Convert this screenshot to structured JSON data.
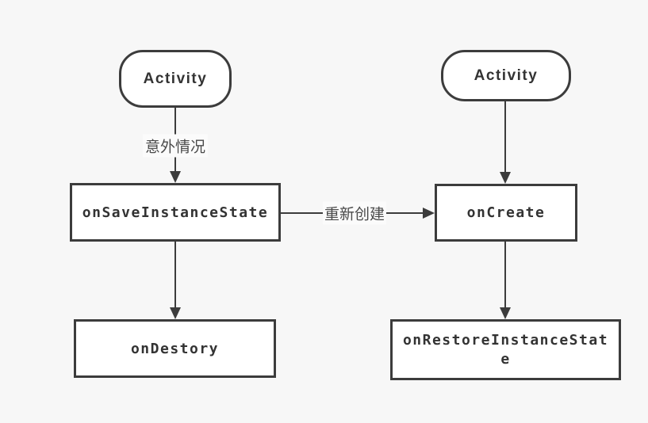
{
  "colors": {
    "background": "#f7f7f7",
    "node_fill": "#ffffff",
    "stroke": "#3c3c3c",
    "node_text": "#333333",
    "edge_label_text": "#4a4a4a"
  },
  "diagram": {
    "nodes": [
      {
        "id": "activity-left",
        "shape": "rounded-rect",
        "label": "Activity"
      },
      {
        "id": "activity-right",
        "shape": "rounded-rect",
        "label": "Activity"
      },
      {
        "id": "on-save-instance-state",
        "shape": "rect",
        "label": "onSaveInstanceState"
      },
      {
        "id": "on-create",
        "shape": "rect",
        "label": "onCreate"
      },
      {
        "id": "on-destory",
        "shape": "rect",
        "label": "onDestory"
      },
      {
        "id": "on-restore-instance-state",
        "shape": "rect",
        "label": "onRestoreInstanceState"
      }
    ],
    "edges": [
      {
        "from": "activity-left",
        "to": "on-save-instance-state",
        "direction": "down",
        "label": "意外情况"
      },
      {
        "from": "activity-right",
        "to": "on-create",
        "direction": "down",
        "label": ""
      },
      {
        "from": "on-save-instance-state",
        "to": "on-create",
        "direction": "right",
        "label": "重新创建"
      },
      {
        "from": "on-save-instance-state",
        "to": "on-destory",
        "direction": "down",
        "label": ""
      },
      {
        "from": "on-create",
        "to": "on-restore-instance-state",
        "direction": "down",
        "label": ""
      }
    ]
  }
}
